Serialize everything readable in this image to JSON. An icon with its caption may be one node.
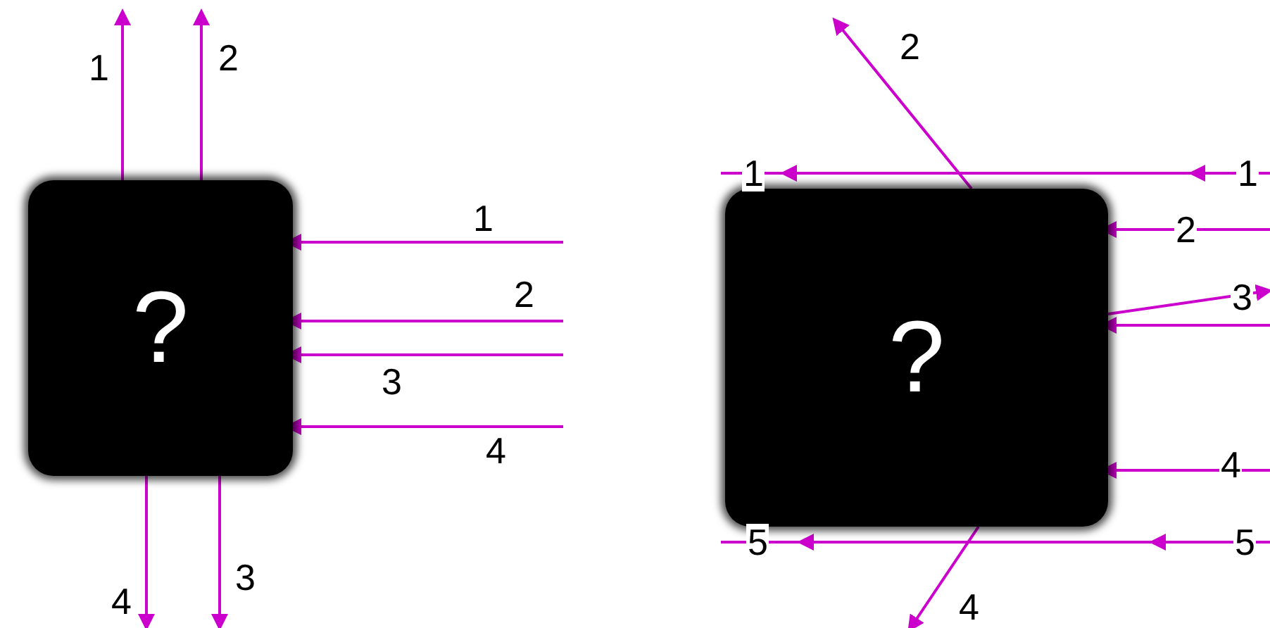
{
  "diagram": {
    "nodes": [
      {
        "text": [
          "?"
        ]
      },
      {
        "text": [
          "?"
        ]
      }
    ],
    "edges": [
      {
        "from": null,
        "to": 0,
        "arrow": "to",
        "label": "1"
      },
      {
        "from": 0,
        "to": null,
        "arrow": "to",
        "label": "1"
      },
      {
        "from": null,
        "to": 0,
        "arrow": "to",
        "label": "2"
      },
      {
        "from": 0,
        "to": null,
        "arrow": "to",
        "label": "2"
      },
      {
        "from": null,
        "to": 0,
        "arrow": "to",
        "label": "3"
      },
      {
        "from": 0,
        "to": null,
        "arrow": "to",
        "label": "3"
      },
      {
        "from": null,
        "to": 0,
        "arrow": "to",
        "label": "4"
      },
      {
        "from": 0,
        "to": null,
        "arrow": "to",
        "label": "4"
      },
      {
        "from": null,
        "to": 1,
        "arrow": "to",
        "label": "2"
      },
      {
        "from": 1,
        "to": null,
        "arrow": "to",
        "label": "2"
      },
      {
        "from": null,
        "to": 1,
        "arrow": "to",
        "label": "3"
      },
      {
        "from": 1,
        "to": null,
        "arrow": "to"
      },
      {
        "from": null,
        "to": 1,
        "arrow": "to",
        "label": "4"
      },
      {
        "from": 1,
        "to": null,
        "arrow": "to",
        "label": "4"
      }
    ],
    "labels": [
      "1",
      "1",
      "5",
      "5"
    ]
  }
}
